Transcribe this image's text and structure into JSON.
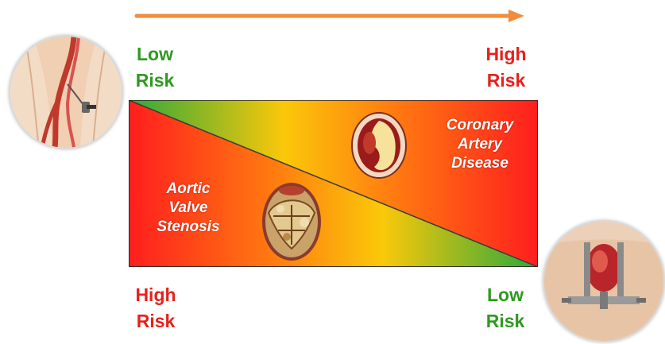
{
  "top_arrow": {
    "color": "#f28c3c"
  },
  "labels": {
    "top_left": {
      "line1": "Low",
      "line2": "Risk",
      "color": "#2e9a1f"
    },
    "top_right": {
      "line1": "High",
      "line2": "Risk",
      "color": "#e8201c"
    },
    "bottom_left": {
      "line1": "High",
      "line2": "Risk",
      "color": "#e8201c"
    },
    "bottom_right": {
      "line1": "Low",
      "line2": "Risk",
      "color": "#2e9a1f"
    }
  },
  "panel": {
    "left_text": {
      "line1": "Aortic",
      "line2": "Valve",
      "line3": "Stenosis"
    },
    "right_text": {
      "line1": "Coronary",
      "line2": "Artery",
      "line3": "Disease"
    },
    "colors": {
      "red": "#ff1e1e",
      "orange": "#ff7a10",
      "yellow": "#fbc80a",
      "green": "#2fa83a"
    }
  },
  "images": {
    "top_left": "transcatheter-access-illustration",
    "bottom_right": "open-heart-surgery-illustration",
    "valve_left": "calcified-aortic-valve",
    "valve_right": "coronary-artery-cross-section"
  }
}
